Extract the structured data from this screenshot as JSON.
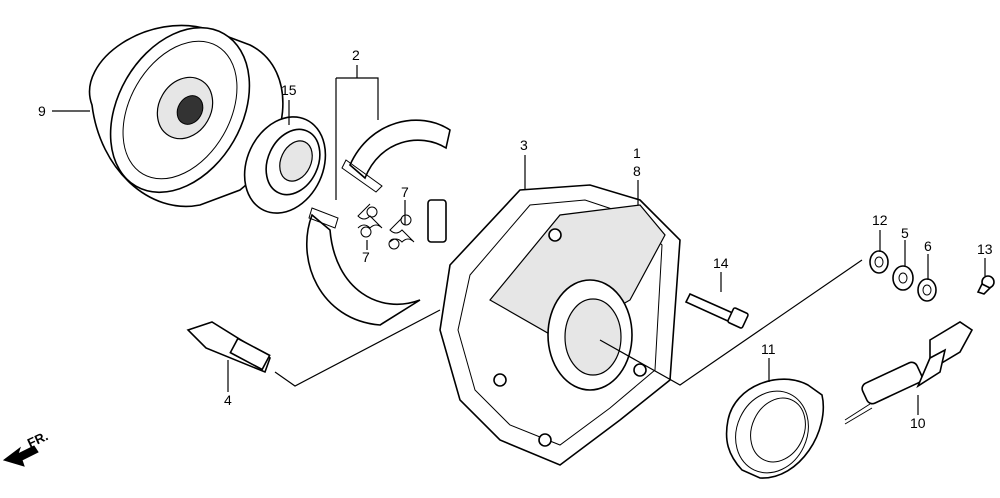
{
  "callouts": [
    {
      "id": "9",
      "label": "9"
    },
    {
      "id": "15",
      "label": "15"
    },
    {
      "id": "2",
      "label": "2"
    },
    {
      "id": "3",
      "label": "3"
    },
    {
      "id": "1",
      "label": "1"
    },
    {
      "id": "8",
      "label": "8"
    },
    {
      "id": "7a",
      "label": "7"
    },
    {
      "id": "7b",
      "label": "7"
    },
    {
      "id": "4",
      "label": "4"
    },
    {
      "id": "14",
      "label": "14"
    },
    {
      "id": "12",
      "label": "12"
    },
    {
      "id": "5",
      "label": "5"
    },
    {
      "id": "6",
      "label": "6"
    },
    {
      "id": "13",
      "label": "13"
    },
    {
      "id": "11",
      "label": "11"
    },
    {
      "id": "10",
      "label": "10"
    }
  ],
  "direction_marker": {
    "label": "FR."
  }
}
